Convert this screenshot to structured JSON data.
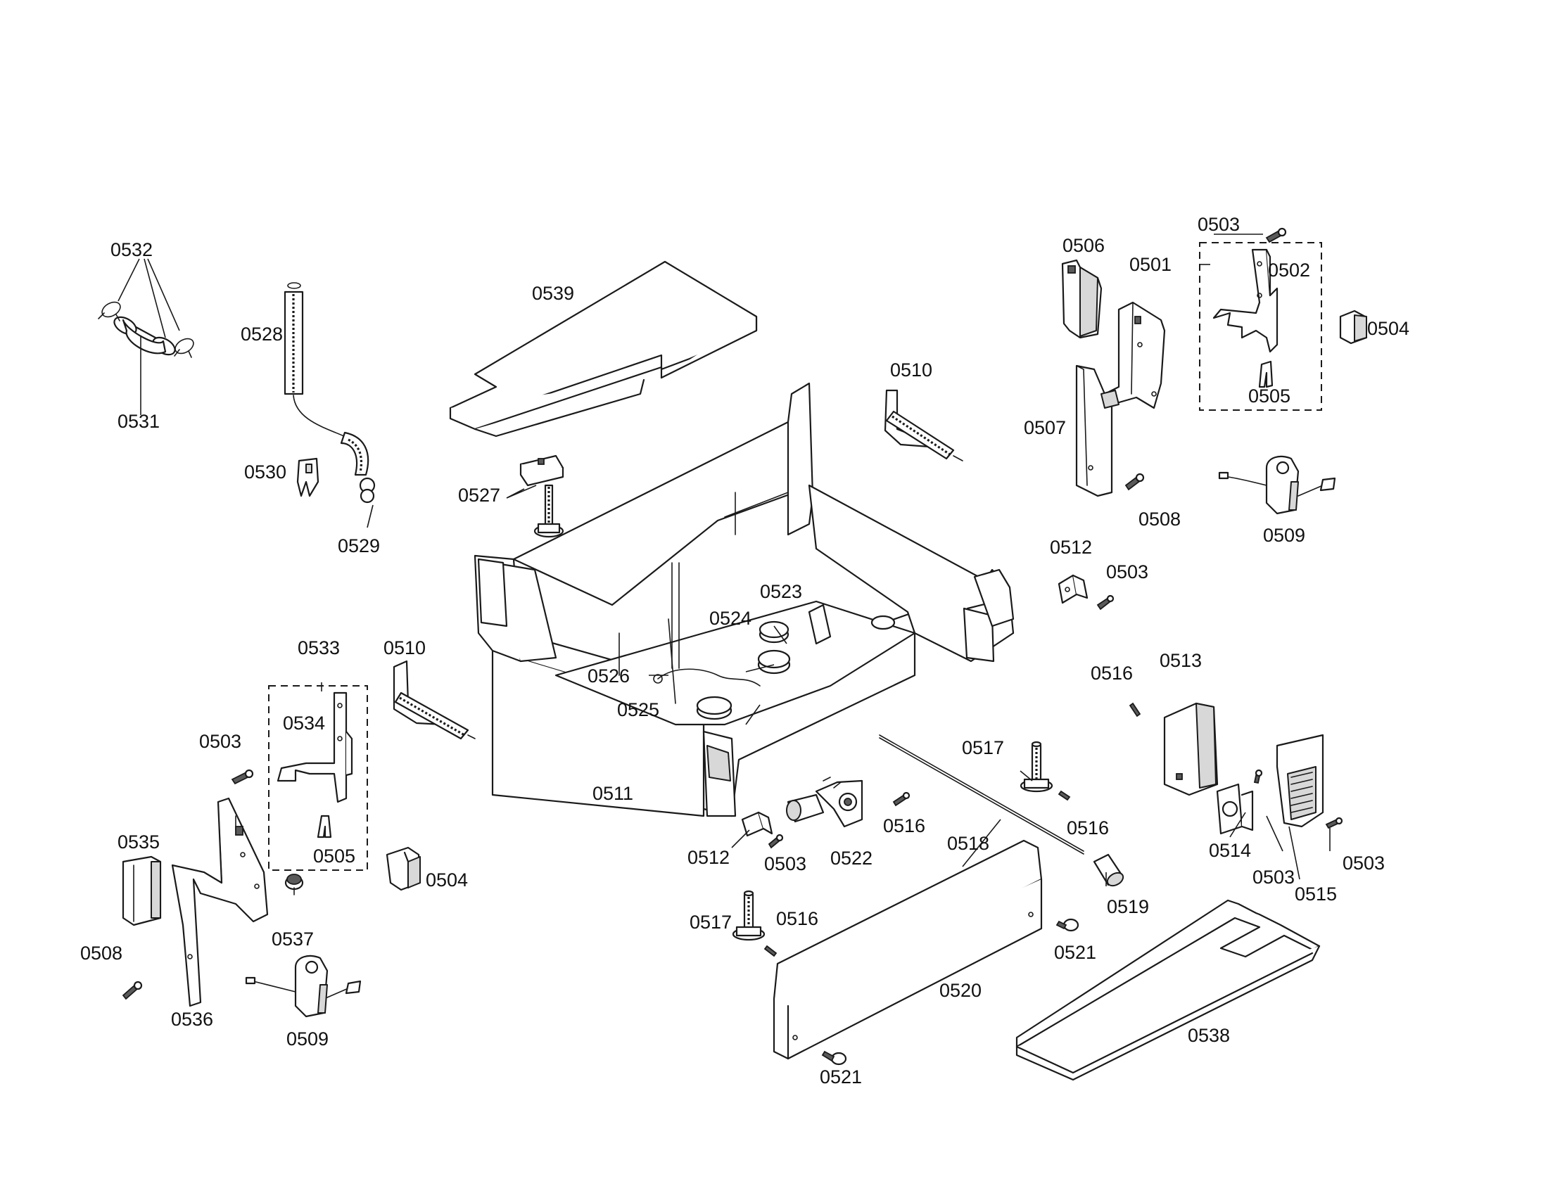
{
  "diagram": {
    "callouts": [
      {
        "id": "c0532",
        "text": "0532"
      },
      {
        "id": "c0531",
        "text": "0531"
      },
      {
        "id": "c0528",
        "text": "0528"
      },
      {
        "id": "c0530",
        "text": "0530"
      },
      {
        "id": "c0529",
        "text": "0529"
      },
      {
        "id": "c0539",
        "text": "0539"
      },
      {
        "id": "c0527",
        "text": "0527"
      },
      {
        "id": "c0510a",
        "text": "0510"
      },
      {
        "id": "c0506",
        "text": "0506"
      },
      {
        "id": "c0501",
        "text": "0501"
      },
      {
        "id": "c0503a",
        "text": "0503"
      },
      {
        "id": "c0502",
        "text": "0502"
      },
      {
        "id": "c0504a",
        "text": "0504"
      },
      {
        "id": "c0505a",
        "text": "0505"
      },
      {
        "id": "c0507",
        "text": "0507"
      },
      {
        "id": "c0508a",
        "text": "0508"
      },
      {
        "id": "c0509a",
        "text": "0509"
      },
      {
        "id": "c0512a",
        "text": "0512"
      },
      {
        "id": "c0503b",
        "text": "0503"
      },
      {
        "id": "c0523",
        "text": "0523"
      },
      {
        "id": "c0524",
        "text": "0524"
      },
      {
        "id": "c0526",
        "text": "0526"
      },
      {
        "id": "c0525",
        "text": "0525"
      },
      {
        "id": "c0511",
        "text": "0511"
      },
      {
        "id": "c0533",
        "text": "0533"
      },
      {
        "id": "c0510b",
        "text": "0510"
      },
      {
        "id": "c0534",
        "text": "0534"
      },
      {
        "id": "c0503c",
        "text": "0503"
      },
      {
        "id": "c0505b",
        "text": "0505"
      },
      {
        "id": "c0504b",
        "text": "0504"
      },
      {
        "id": "c0535",
        "text": "0535"
      },
      {
        "id": "c0537",
        "text": "0537"
      },
      {
        "id": "c0508b",
        "text": "0508"
      },
      {
        "id": "c0536",
        "text": "0536"
      },
      {
        "id": "c0509b",
        "text": "0509"
      },
      {
        "id": "c0516a",
        "text": "0516"
      },
      {
        "id": "c0513",
        "text": "0513"
      },
      {
        "id": "c0517a",
        "text": "0517"
      },
      {
        "id": "c0516b",
        "text": "0516"
      },
      {
        "id": "c0516c",
        "text": "0516"
      },
      {
        "id": "c0518",
        "text": "0518"
      },
      {
        "id": "c0512b",
        "text": "0512"
      },
      {
        "id": "c0503d",
        "text": "0503"
      },
      {
        "id": "c0522",
        "text": "0522"
      },
      {
        "id": "c0514",
        "text": "0514"
      },
      {
        "id": "c0503e",
        "text": "0503"
      },
      {
        "id": "c0515",
        "text": "0515"
      },
      {
        "id": "c0503f",
        "text": "0503"
      },
      {
        "id": "c0519",
        "text": "0519"
      },
      {
        "id": "c0517b",
        "text": "0517"
      },
      {
        "id": "c0516d",
        "text": "0516"
      },
      {
        "id": "c0521a",
        "text": "0521"
      },
      {
        "id": "c0520",
        "text": "0520"
      },
      {
        "id": "c0538",
        "text": "0538"
      },
      {
        "id": "c0521b",
        "text": "0521"
      }
    ]
  }
}
